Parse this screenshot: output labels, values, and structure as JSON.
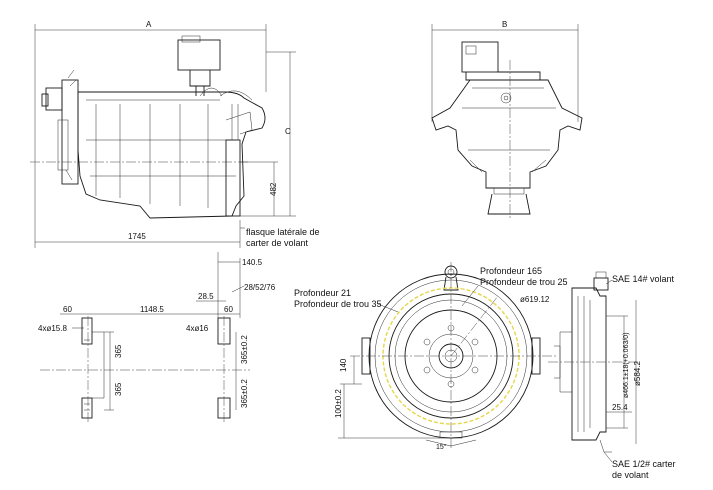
{
  "dimensions": {
    "A": "A",
    "B": "B",
    "C": "C",
    "d1745": "1745",
    "d482": "482",
    "d140_5": "140.5",
    "d28_5": "28.5",
    "d28_52_76": "28/52/76",
    "d60_left": "60",
    "d1148_5": "1148.5",
    "d60_right": "60",
    "d4x15_8": "4xø15.8",
    "d4x16": "4xø16",
    "d365_a": "365",
    "d365_b": "365",
    "d365_02_a": "365±0.2",
    "d365_02_b": "365±0.2",
    "d140": "140",
    "d100_02": "100±0.2",
    "d619_12": "ø619.12",
    "d466": "ø466.1±18(+0.063/0)",
    "d584_2": "ø584.2",
    "d25_4": "25.4",
    "d15deg": "15°"
  },
  "notes": {
    "flasque_line1": "flasque latérale de",
    "flasque_line2": "carter de volant",
    "prof165": "Profondeur 165",
    "prof_trou25": "Profondeur de trou 25",
    "prof21": "Profondeur 21",
    "prof_trou35": "Profondeur de trou 35",
    "sae14": "SAE 14# volant",
    "sae12_line1": "SAE 1/2# carter",
    "sae12_line2": "de volant"
  }
}
